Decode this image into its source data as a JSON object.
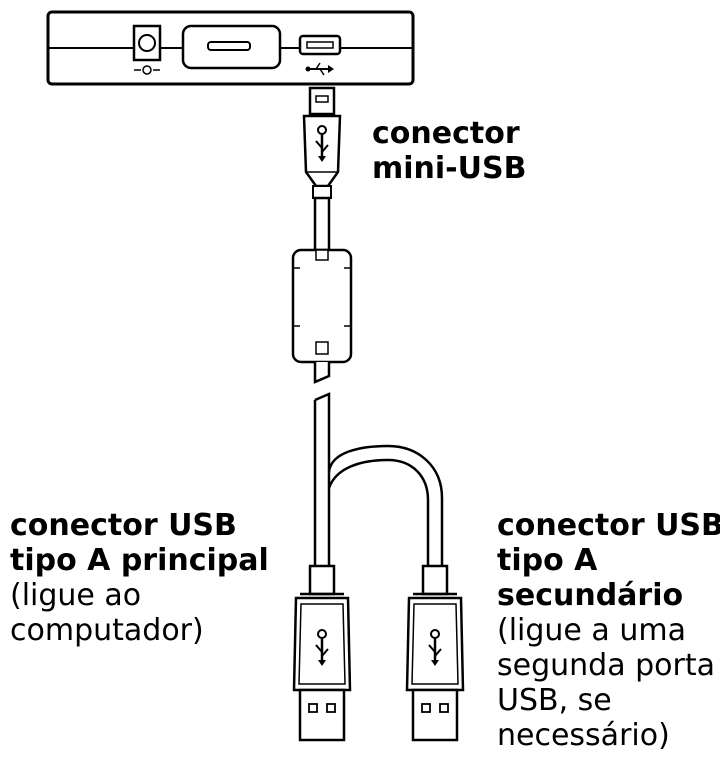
{
  "labels": {
    "mini_usb": {
      "line1": "conector",
      "line2": "mini-USB"
    },
    "primary": {
      "line1": "conector USB",
      "line2": "tipo A principal",
      "note1": "(ligue ao",
      "note2": "computador)"
    },
    "secondary": {
      "line1": "conector USB",
      "line2": "tipo A",
      "line3": "secundário",
      "note1": "(ligue a uma",
      "note2": "segunda porta",
      "note3": "USB, se",
      "note4": "necessário)"
    }
  },
  "colors": {
    "stroke": "#000000",
    "fill": "#ffffff",
    "tint": "#f2f2f2"
  },
  "icons": [
    "usb-trident-icon",
    "power-icon"
  ]
}
